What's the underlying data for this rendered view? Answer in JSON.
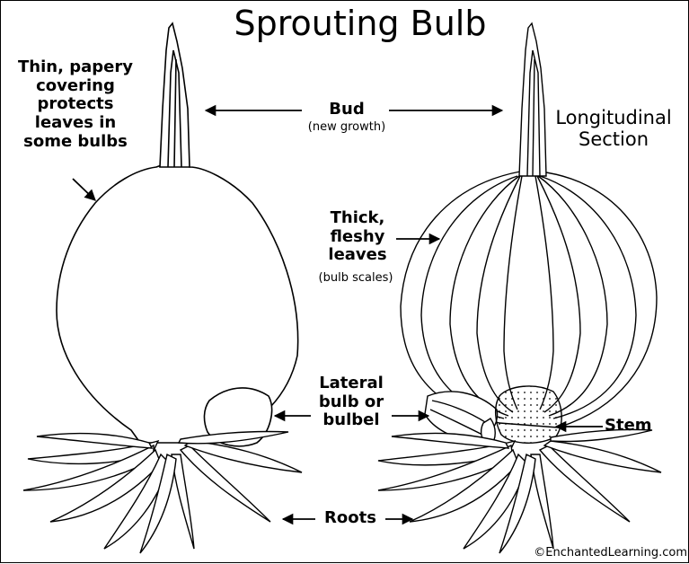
{
  "title": "Sprouting Bulb",
  "labels": {
    "papery_covering": [
      "Thin, papery",
      "covering",
      "protects",
      "leaves in",
      "some bulbs"
    ],
    "bud": "Bud",
    "bud_sub": "(new growth)",
    "section": [
      "Longitudinal",
      "Section"
    ],
    "fleshy_leaves": [
      "Thick,",
      "fleshy",
      "leaves"
    ],
    "fleshy_sub": "(bulb scales)",
    "lateral_bulb": [
      "Lateral",
      "bulb or",
      "bulbel"
    ],
    "stem": "Stem",
    "roots": "Roots",
    "credit": "©EnchantedLearning.com"
  },
  "colors": {
    "ink": "#000000",
    "paper": "#ffffff"
  }
}
